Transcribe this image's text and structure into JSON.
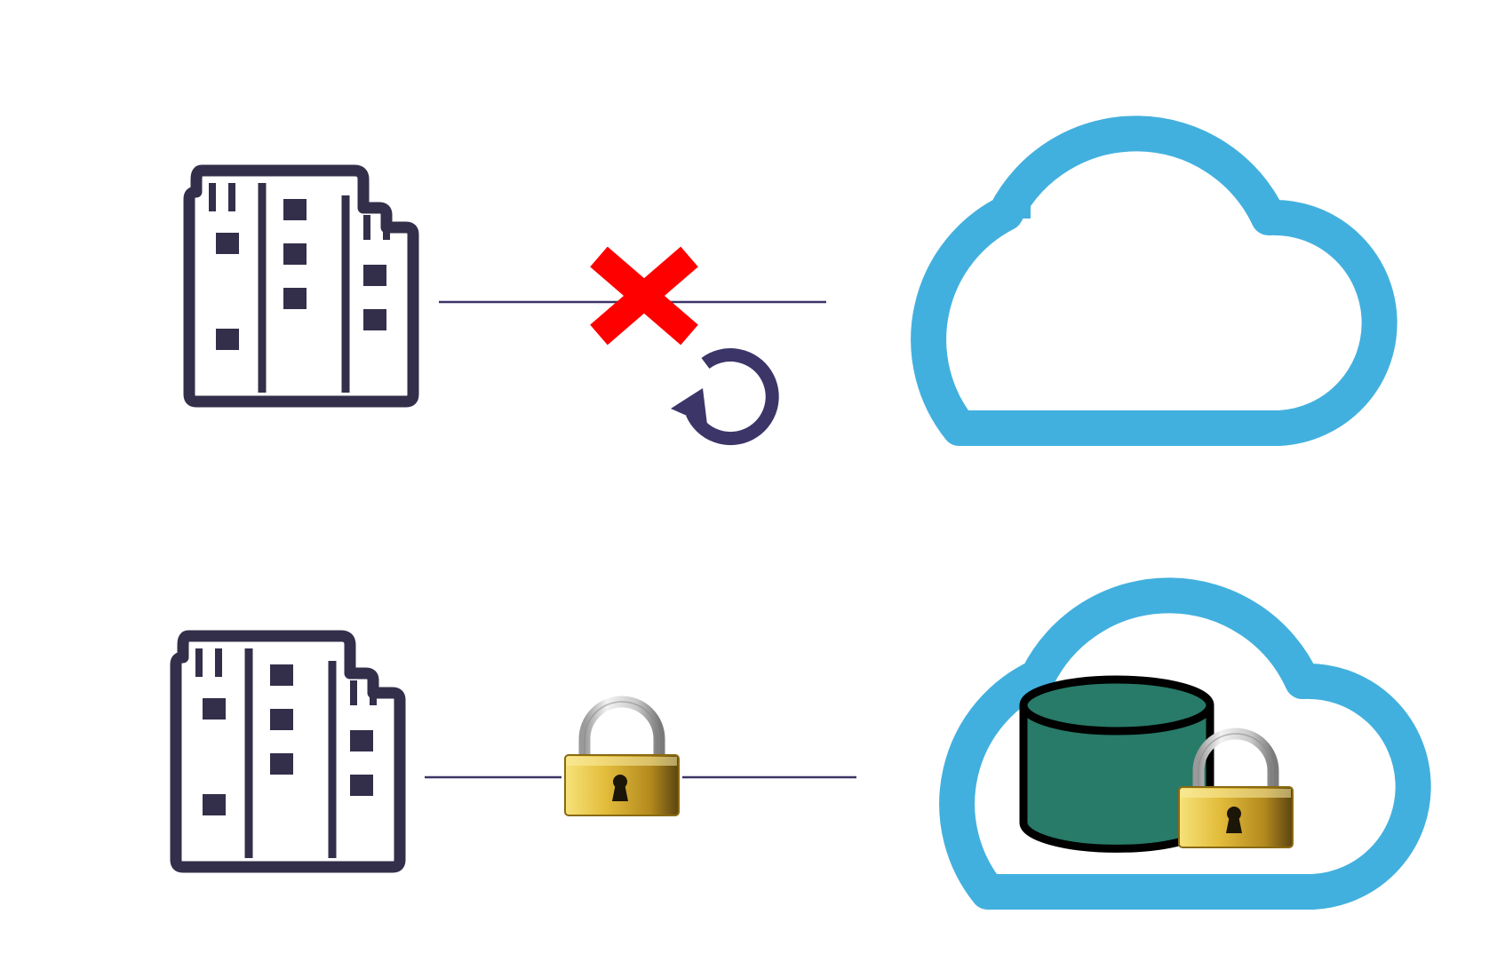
{
  "colors": {
    "background": "#ffffff",
    "building_stroke": "#332f4a",
    "connector_line": "#3b3568",
    "cloud_stroke": "#42b0de",
    "error_mark": "#ff0000",
    "retry_arrow": "#3b3568",
    "database_fill": "#277b68",
    "database_stroke": "#000000",
    "lock_gold_light": "#f6e27a",
    "lock_gold_mid": "#d4a72c",
    "lock_gold_dark": "#5a4410",
    "lock_shackle": "#b9b9b9"
  },
  "rows": [
    {
      "id": "row-failed",
      "source": "building-icon",
      "connector_state": "failed",
      "status_icons": [
        "x-mark-icon",
        "retry-icon"
      ],
      "target": "cloud-icon"
    },
    {
      "id": "row-secure",
      "source": "building-icon",
      "connector_state": "encrypted",
      "status_icons": [
        "padlock-icon"
      ],
      "target": "cloud-icon",
      "target_contents": [
        "database-icon",
        "padlock-icon"
      ]
    }
  ]
}
